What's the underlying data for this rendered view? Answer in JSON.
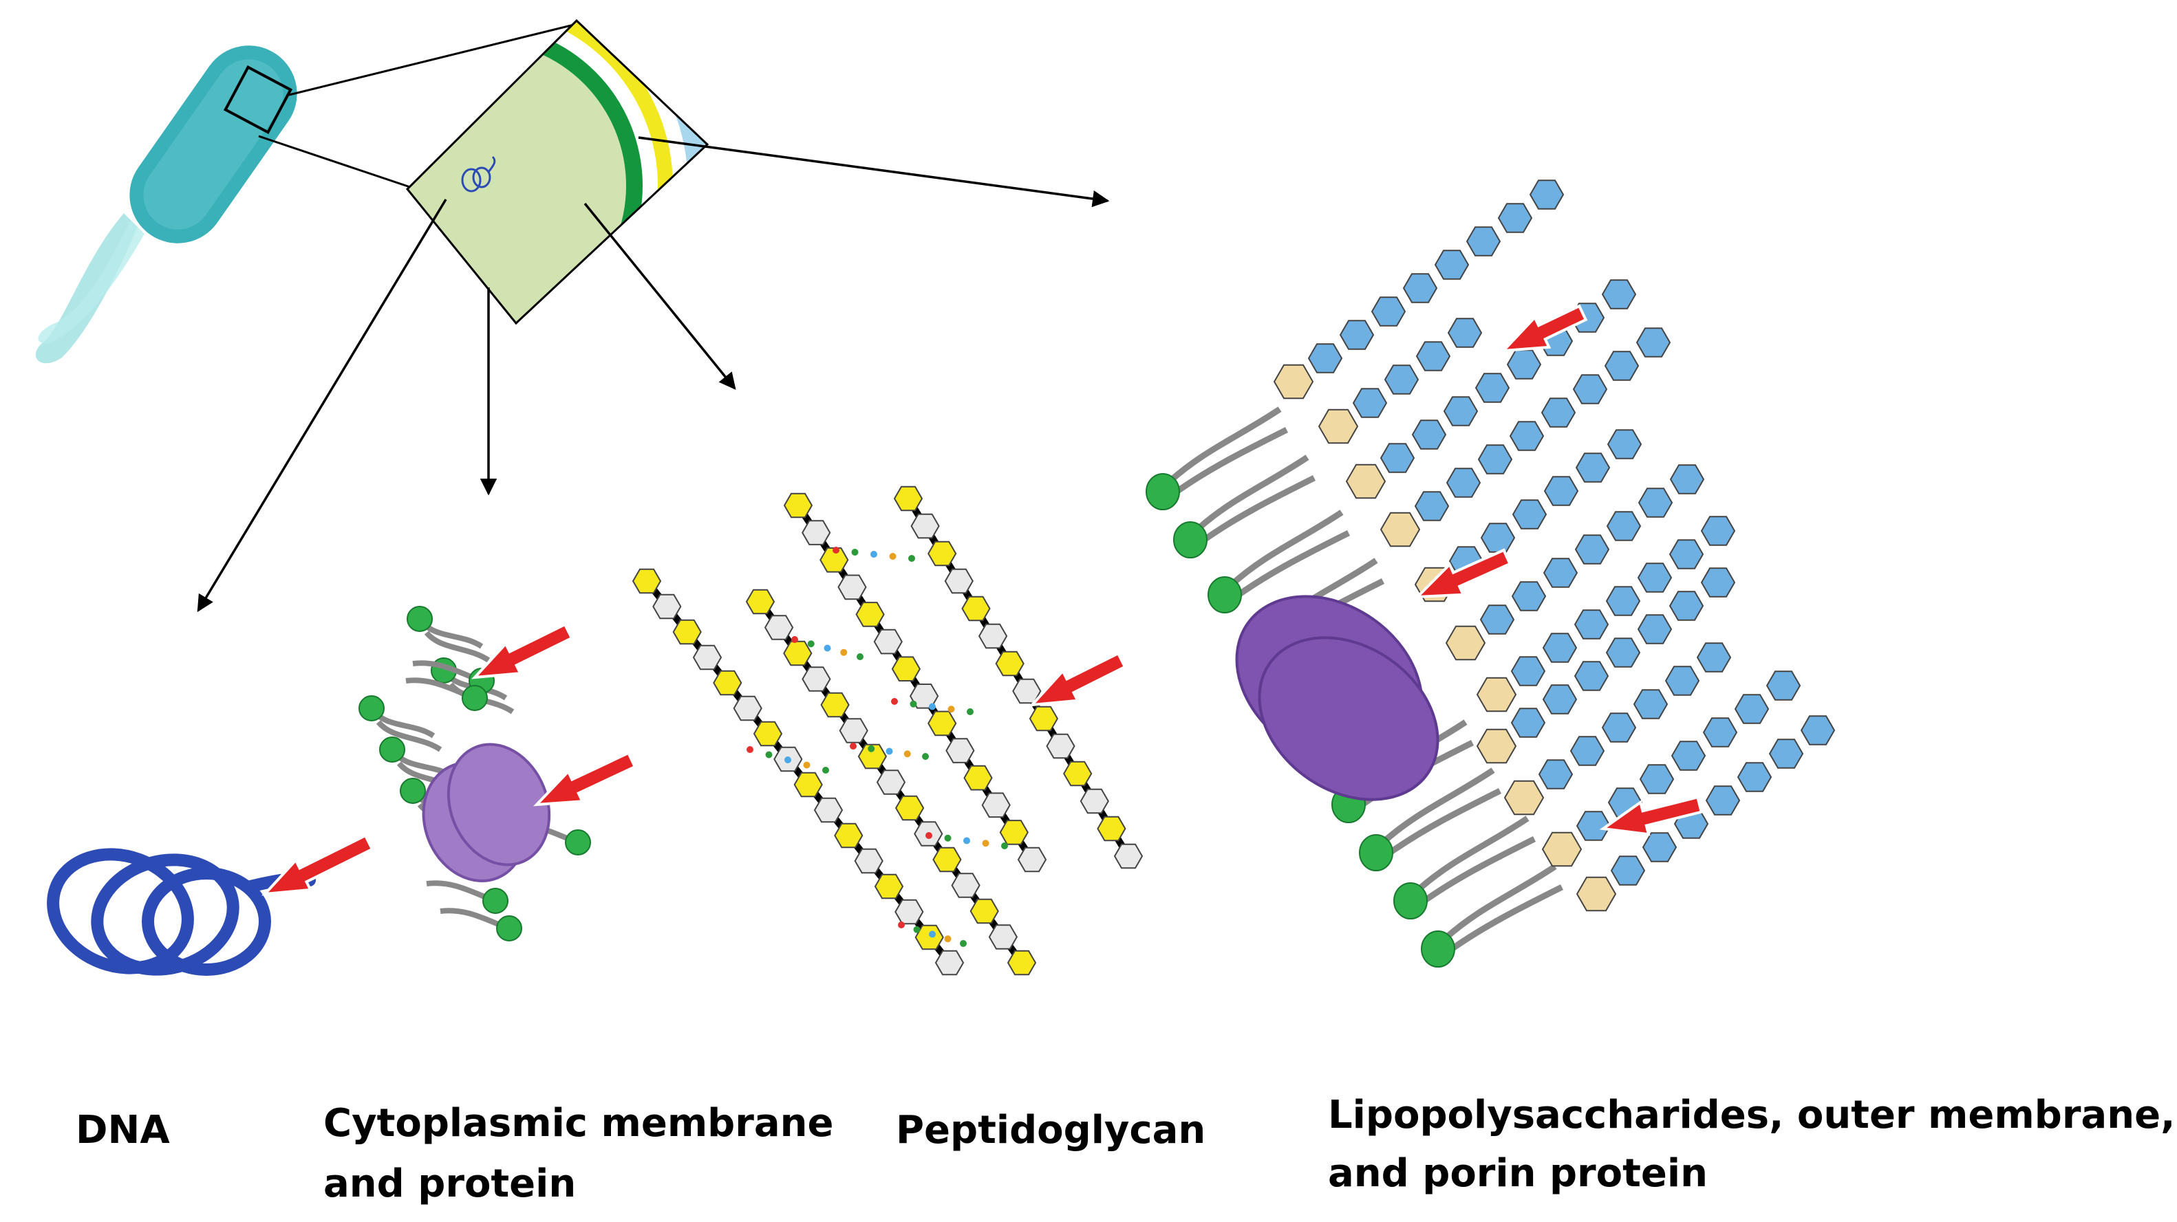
{
  "labels": {
    "dna": "DNA",
    "cytoplasmic_l1": "Cytoplasmic membrane",
    "cytoplasmic_l2": "and protein",
    "peptidoglycan": "Peptidoglycan",
    "lps_l1": "Lipopolysaccharides, outer membrane,",
    "lps_l2": "and porin protein"
  },
  "colors": {
    "bacterium": "#3ab0b8",
    "flagella": "#8ad8d8",
    "cytoplasm": "#d1e3b0",
    "inner_membrane": "#14963c",
    "peptidoglycan_layer": "#f2e820",
    "outer_layer": "#a9d8ee",
    "dna": "#2d4bb5",
    "arrow_red": "#e52525",
    "lipid_head": "#2fb04a",
    "lipid_tail": "#888888",
    "porin": "#7e54b0",
    "porin_small": "#a07cc6",
    "sugar_yellow": "#f6e81a",
    "sugar_grey": "#e9e9e9",
    "lps_core": "#f0d9a2",
    "o_antigen": "#6fb0e3"
  }
}
